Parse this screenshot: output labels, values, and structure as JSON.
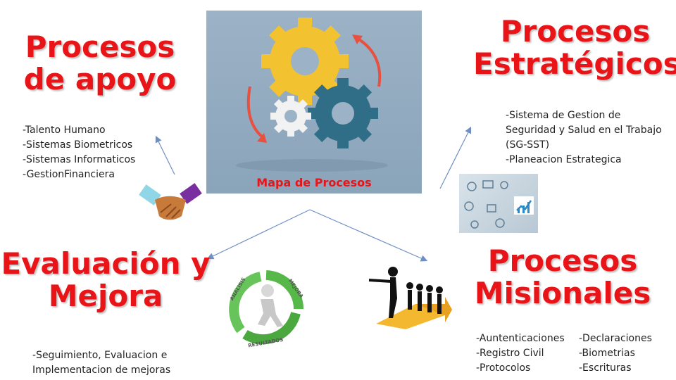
{
  "center": {
    "label": "Mapa de Procesos"
  },
  "apoyo": {
    "title_line1": "Procesos",
    "title_line2": "de apoyo",
    "items": [
      "-Talento Humano",
      "-Sistemas Biometricos",
      "-Sistemas Informaticos",
      "-GestionFinanciera"
    ]
  },
  "estrategicos": {
    "title_line1": "Procesos",
    "title_line2": "Estratégicos",
    "items": [
      "-Sistema de Gestion de",
      "Seguridad y Salud en el Trabajo",
      "(SG-SST)",
      "-Planeacion Estrategica"
    ]
  },
  "evaluacion": {
    "title_line1": "Evaluación y",
    "title_line2": "Mejora",
    "items": [
      "-Seguimiento, Evaluacion e",
      "Implementacion de mejoras"
    ]
  },
  "misionales": {
    "title_line1": "Procesos",
    "title_line2": "Misionales",
    "items_col1": [
      "-Auntenticaciones",
      "-Registro Civil",
      "-Protocolos"
    ],
    "items_col2": [
      "-Declaraciones",
      "-Biometrias",
      "-Escrituras"
    ]
  },
  "cycle_icon": {
    "label_top_left": "ANALISIS",
    "label_top_right": "MEJORA",
    "label_bottom": "RESULTADOS"
  },
  "colors": {
    "heading": "#e81418",
    "gear_yellow": "#f2c230",
    "gear_teal": "#2f6e86",
    "gear_white": "#f2f2f2",
    "arrow_red": "#e85040",
    "connector": "#6f8fc4"
  }
}
